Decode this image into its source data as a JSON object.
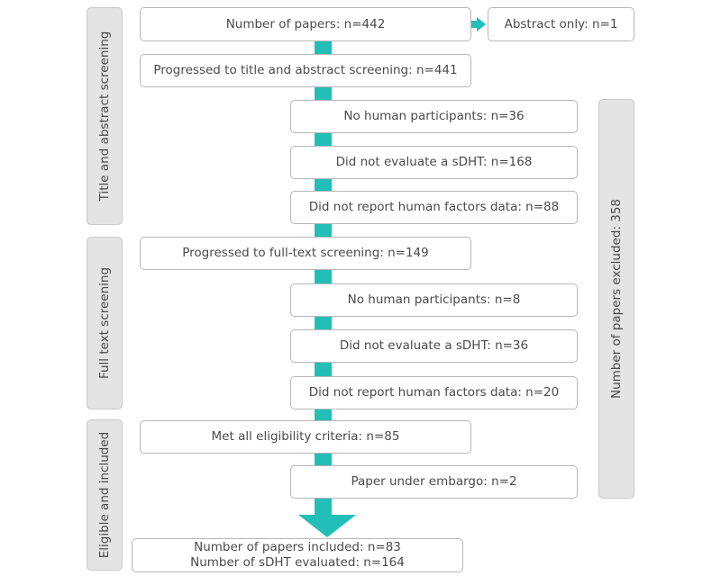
{
  "phases": {
    "title_abstract": "Title and abstract screening",
    "full_text": "Full text screening",
    "eligible": "Eligible and included"
  },
  "boxes": {
    "papers": "Number of papers: n=442",
    "abstract_only": "Abstract only: n=1",
    "progressed_ta": "Progressed to title and abstract screening: n=441",
    "ta_no_human": "No human participants: n=36",
    "ta_no_sdht": "Did not evaluate a sDHT: n=168",
    "ta_no_hf": "Did not report human factors data: n=88",
    "progressed_ft": "Progressed to full-text screening: n=149",
    "ft_no_human": "No human participants: n=8",
    "ft_no_sdht": "Did not evaluate a sDHT: n=36",
    "ft_no_hf": "Did not report human factors data: n=20",
    "met_criteria": "Met all eligibility criteria: n=85",
    "embargo": "Paper under embargo: n=2",
    "final_line1": "Number of papers included: n=83",
    "final_line2": "Number of sDHT evaluated: n=164"
  },
  "excluded_total": "Number of papers excluded: 358",
  "colors": {
    "connector": "#22beb8",
    "phase_panel": "#e4e4e4",
    "box_border": "#b7b7b7"
  }
}
